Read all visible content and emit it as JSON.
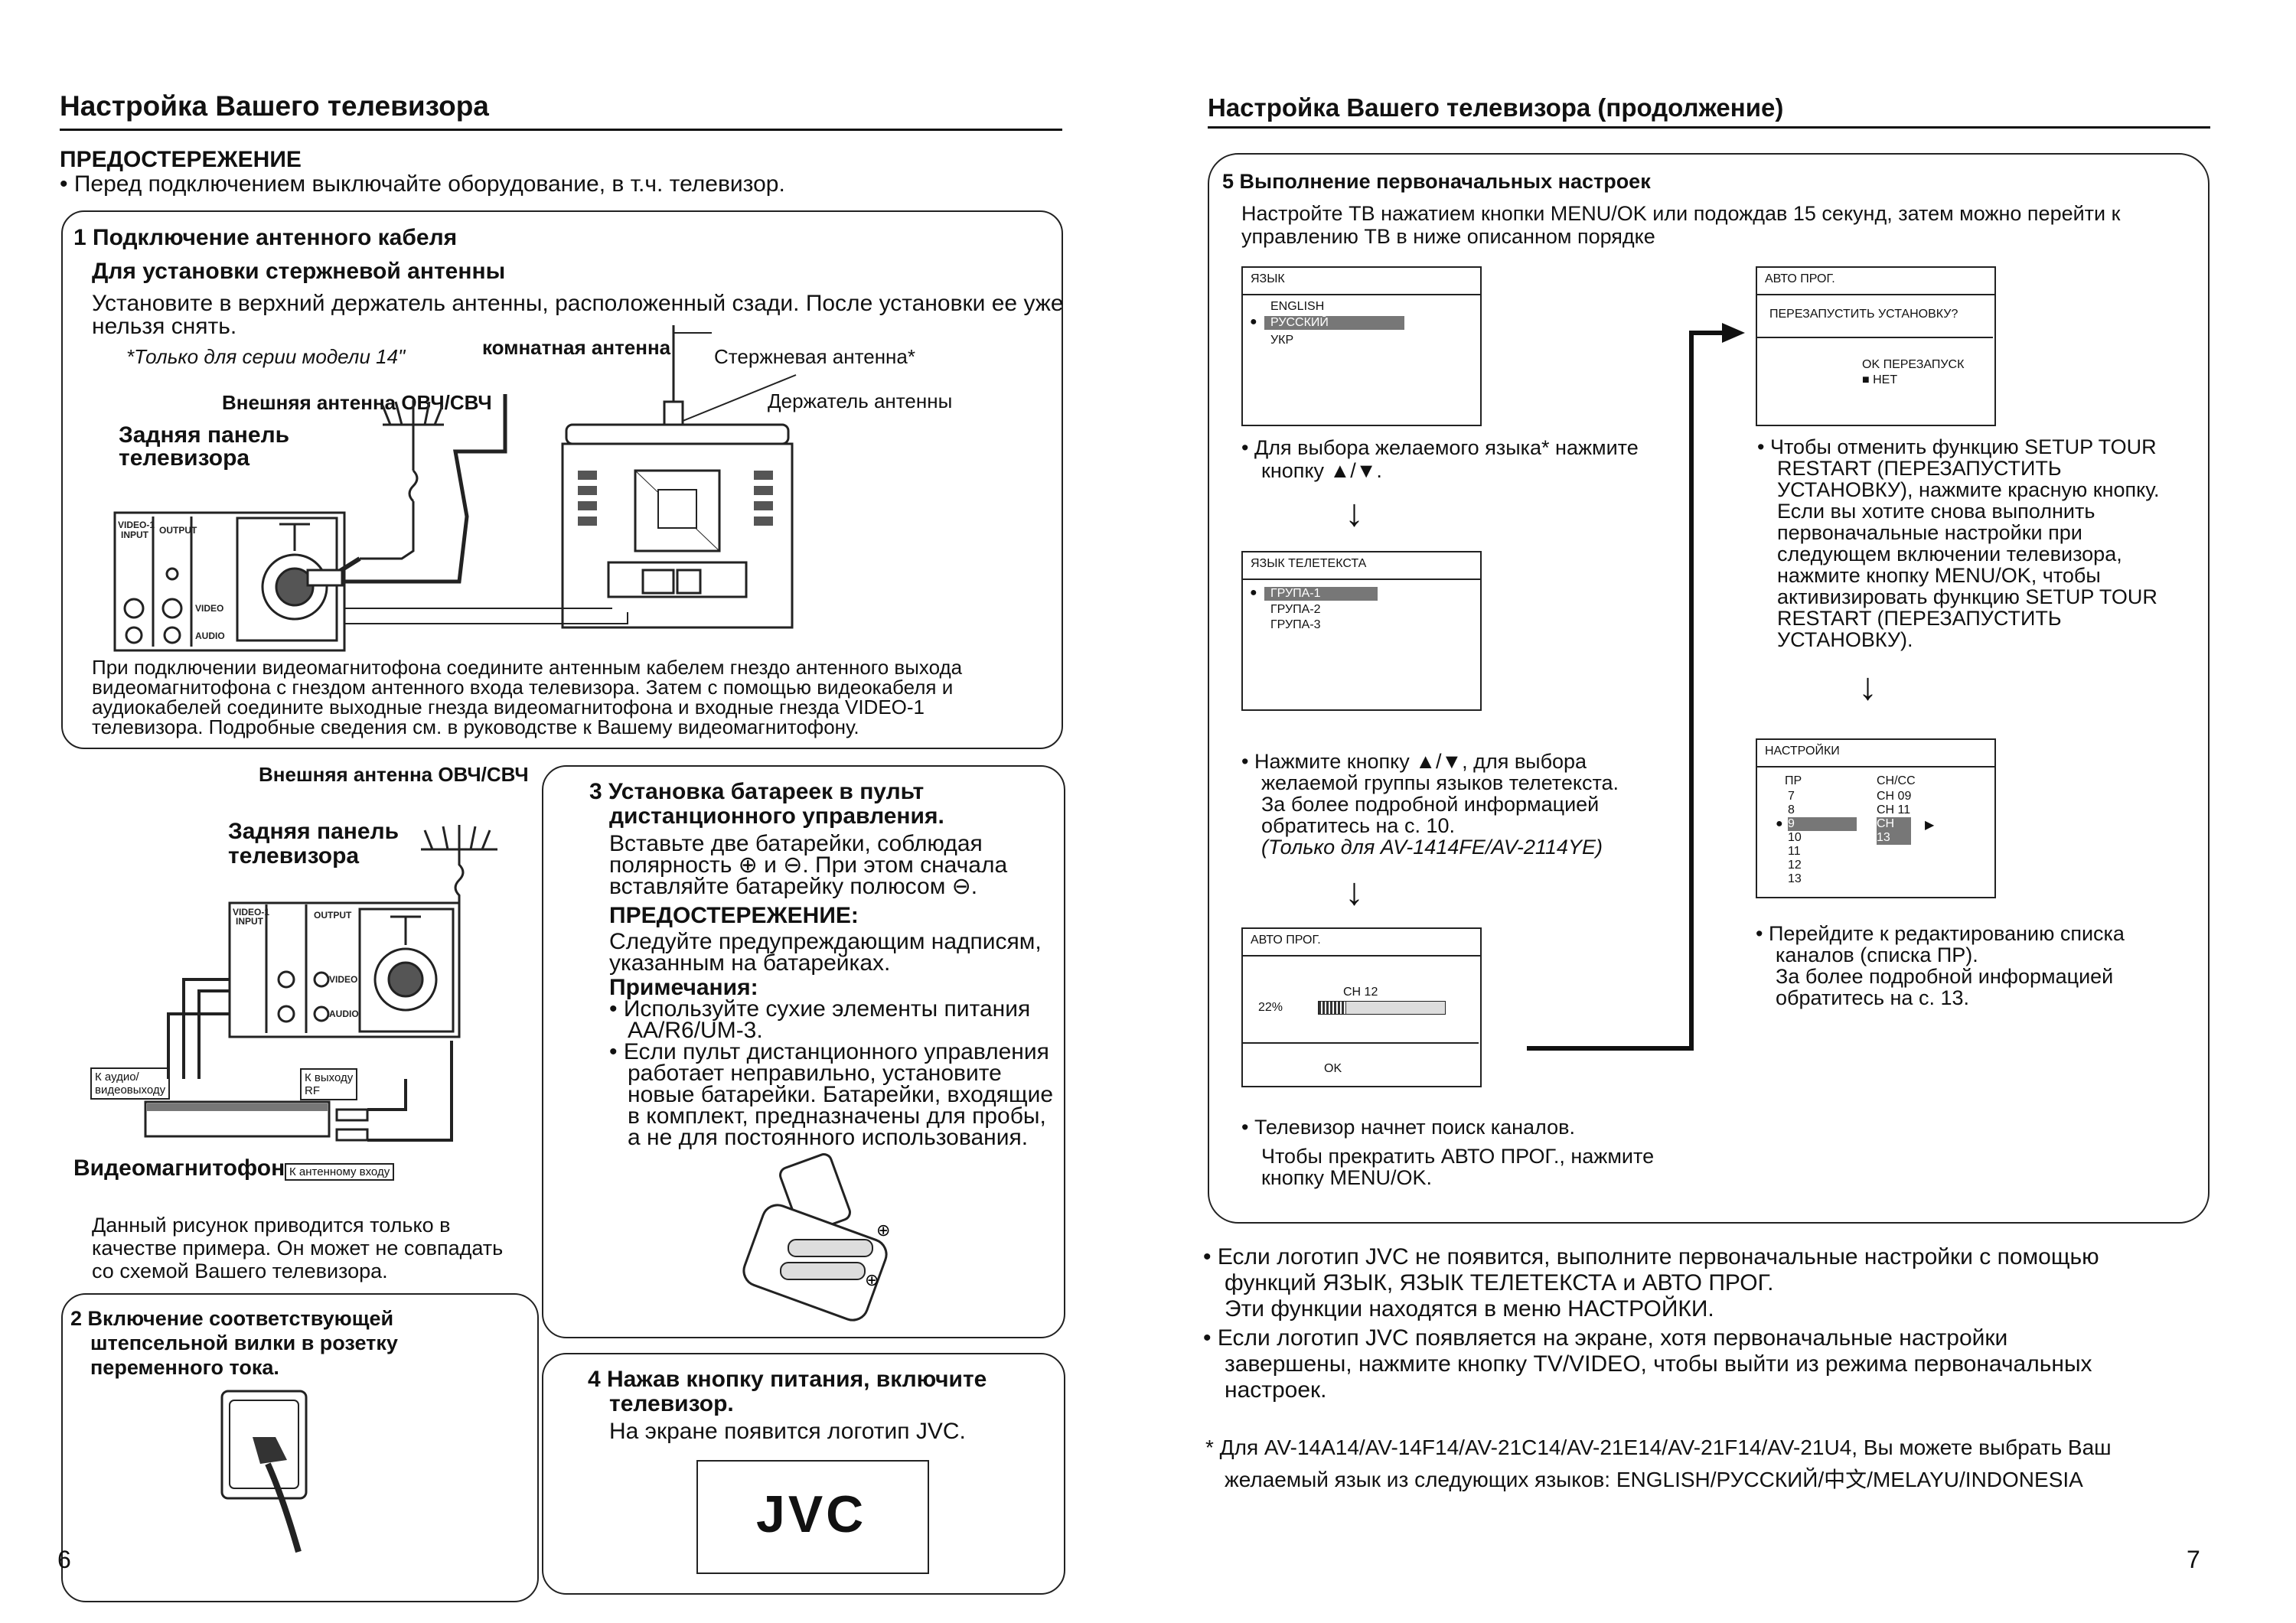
{
  "left": {
    "title": "Настройка Вашего телевизора",
    "caution_heading": "ПРЕДОСТЕРЕЖЕНИЕ",
    "caution_text": "• Перед подключением выключайте оборудование, в т.ч. телевизор.",
    "step1": {
      "heading": "1 Подключение антенного кабеля",
      "subheading": "Для установки стержневой антенны",
      "text_line1": "Установите в верхний держатель антенны, расположенный сзади. После установки ее уже",
      "text_line2": "нельзя снять.",
      "note": "*Только для серии модели 14\"",
      "label_indoor": "комнатная антенна",
      "label_rod": "Стержневая антенна*",
      "label_holder": "Держатель антенны",
      "label_ext": "Внешняя антенна ОВЧ/СВЧ",
      "label_rear1": "Задняя панель",
      "label_rear2": "телевизора",
      "vcr_line1": "При подключении видеомагнитофона соедините антенным кабелем гнездо антенного выхода",
      "vcr_line2": "видеомагнитофона с гнездом антенного входа телевизора. Затем с помощью видеокабеля и",
      "vcr_line3": "аудиокабелей соедините выходные гнезда видеомагнитофона и входные гнезда VIDEO-1",
      "vcr_line4": "телевизора. Подробные сведения см. в руководстве к Вашему видеомагнитофону."
    },
    "diagram2": {
      "label_ext": "Внешняя антенна ОВЧ/СВЧ",
      "label_rear1": "Задняя панель",
      "label_rear2": "телевизора",
      "label_audio_out1": "К аудио/",
      "label_audio_out2": "видеовыходу",
      "label_rf1": "К выходу",
      "label_rf2": "RF",
      "label_vcr": "Видеомагнитофон",
      "label_ant_in": "К антенному входу",
      "panel_video_input": "VIDEO-1 INPUT",
      "panel_output": "OUTPUT",
      "panel_video": "VIDEO",
      "panel_audio": "AUDIO",
      "note_line1": "Данный рисунок приводится только в",
      "note_line2": "качестве примера. Он может не совпадать",
      "note_line3": "со схемой Вашего телевизора."
    },
    "step2": {
      "line1": "2 Включение соответствующей",
      "line2": "штепсельной вилки в розетку",
      "line3": "переменного тока."
    },
    "step3": {
      "heading1": "3 Установка батареек в пульт",
      "heading2": "дистанционного управления.",
      "line1": "Вставьте две батарейки, соблюдая",
      "line2": "полярность ⊕ и ⊖. При этом сначала",
      "line3": "вставляйте батарейку полюсом ⊖.",
      "caution": "ПРЕДОСТЕРЕЖЕНИЕ:",
      "caution1": "Следуйте предупреждающим надписям,",
      "caution2": "указанным на батарейках.",
      "notes": "Примечания:",
      "n1a": "• Используйте сухие элементы питания",
      "n1b": "AA/R6/UM-3.",
      "n2a": "• Если пульт дистанционного управления",
      "n2b": "работает неправильно, установите",
      "n2c": "новые батарейки. Батарейки, входящие",
      "n2d": "в комплект, предназначены для пробы,",
      "n2e": "а не для постоянного использования."
    },
    "step4": {
      "line1": "4 Нажав кнопку питания, включите",
      "line2": "телевизор.",
      "line3": "На экране появится логотип JVC.",
      "logo": "JVC"
    },
    "page_number": "6"
  },
  "right": {
    "title": "Настройка Вашего телевизора (продолжение)",
    "step5": {
      "heading": "5 Выполнение первоначальных настроек",
      "intro1": "Настройте ТВ нажатием кнопки MENU/OK или подождав 15 секунд, затем можно перейти к",
      "intro2": "управлению ТВ в ниже описанном порядке"
    },
    "screen_lang": {
      "title": "ЯЗЫК",
      "items": [
        "ENGLISH",
        "РУССКИЙ",
        "УКР"
      ]
    },
    "lang_text1": "• Для выбора желаемого языка* нажмите",
    "lang_text2": "кнопку ▲/▼.",
    "screen_teletext": {
      "title": "ЯЗЫК ТЕЛЕТЕКСТА",
      "items": [
        "ГРУПА-1",
        "ГРУПА-2",
        "ГРУПА-3"
      ]
    },
    "teletext_text1": "• Нажмите кнопку ▲/▼, для выбора",
    "teletext_text2": "желаемой группы языков телетекста.",
    "teletext_text3": "За более подробной информацией",
    "teletext_text4": "обратитесь на с. 10.",
    "teletext_text5": "(Только для AV-1414FE/AV-2114YE)",
    "screen_auto": {
      "title": "АВТО ПРОГ.",
      "channel": "CH  12",
      "percent": "22%",
      "progress": 0.22,
      "ok": "OK"
    },
    "auto_text1": "• Телевизор начнет поиск каналов.",
    "auto_text2": "Чтобы прекратить АВТО ПРОГ., нажмите",
    "auto_text3": "кнопку MENU/OK.",
    "screen_restart": {
      "title": "АВТО ПРОГ.",
      "question": "ПЕРЕЗАПУСТИТЬ УСТАНОВКУ?",
      "opt1": "OK ПЕРЕЗАПУСК",
      "opt2": "■ НЕТ"
    },
    "restart_text": [
      "• Чтобы отменить функцию SETUP TOUR",
      "RESTART (ПЕРЕЗАПУСТИТЬ",
      "УСТАНОВКУ), нажмите красную кнопку.",
      "Если вы хотите снова выполнить",
      "первоначальные настройки при",
      "следующем включении телевизора,",
      "нажмите кнопку MENU/OK, чтобы",
      "активизировать функцию SETUP TOUR",
      "RESTART (ПЕРЕЗАПУСТИТЬ",
      "УСТАНОВКУ)."
    ],
    "screen_settings": {
      "title": "НАСТРОЙКИ",
      "col1": "ПР",
      "col2": "CH/CC",
      "rows": [
        [
          "7",
          "CH 09"
        ],
        [
          "8",
          "CH 11"
        ],
        [
          "9",
          "CH 13"
        ],
        [
          "10",
          ""
        ],
        [
          "11",
          ""
        ],
        [
          "12",
          ""
        ],
        [
          "13",
          ""
        ]
      ]
    },
    "settings_text1": "• Перейдите к редактированию списка",
    "settings_text2": "каналов (списка ПР).",
    "settings_text3": "За более подробной информацией",
    "settings_text4": "обратитесь на с. 13.",
    "bottom1": "• Если логотип JVC не появится, выполните первоначальные настройки с помощью",
    "bottom2": "функций ЯЗЫК, ЯЗЫК ТЕЛЕТЕКСТА и АВТО ПРОГ.",
    "bottom3": "Эти функции находятся в меню НАСТРОЙКИ.",
    "bottom4": "• Если логотип JVC появляется на экране, хотя первоначальные настройки",
    "bottom5": "завершены, нажмите кнопку TV/VIDEO, чтобы выйти из режима первоначальных",
    "bottom6": "настроек.",
    "footnote1": "* Для AV-14A14/AV-14F14/AV-21C14/AV-21E14/AV-21F14/AV-21U4, Вы можете выбрать Ваш",
    "footnote2": "желаемый язык из следующих языков: ENGLISH/РУССКИЙ/中文/MELAYU/INDONESIA",
    "page_number": "7"
  }
}
